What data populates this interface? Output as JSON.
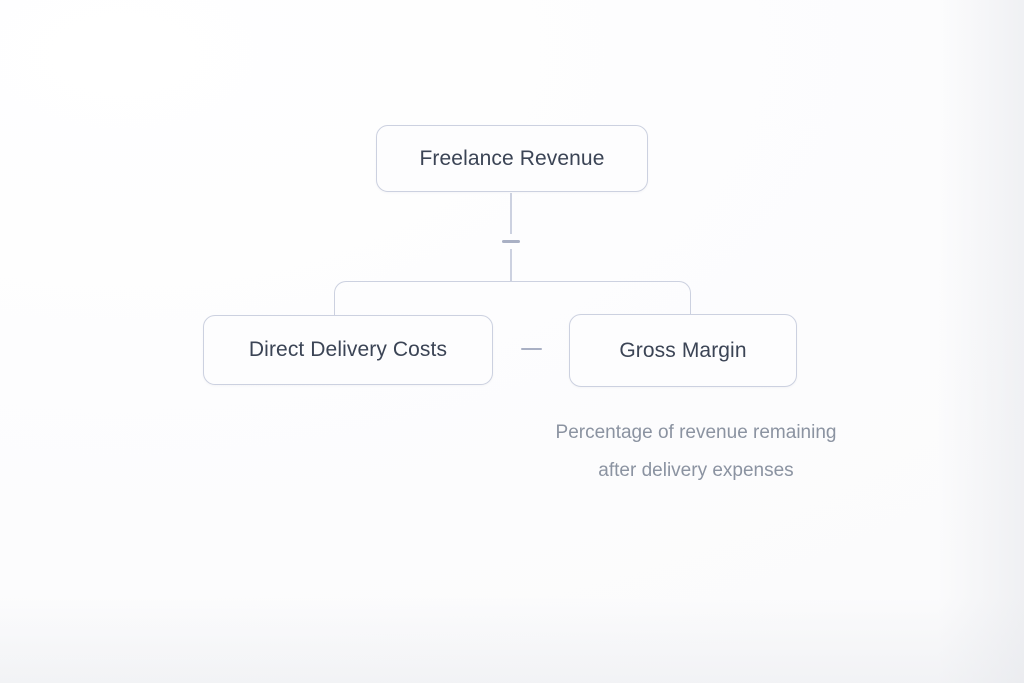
{
  "diagram": {
    "type": "formula-tree",
    "nodes": {
      "root": {
        "label": "Freelance Revenue"
      },
      "left": {
        "label": "Direct Delivery Costs"
      },
      "right": {
        "label": "Gross Margin"
      }
    },
    "operators": {
      "trunk_split": "—",
      "between_children": "—"
    },
    "caption": {
      "line1": "Percentage of revenue remaining",
      "line2": "after delivery expenses"
    }
  },
  "colors": {
    "background": "#fdfdfe",
    "node_border": "#ccd1e0",
    "node_fill": "#fdfdfe",
    "node_text": "#3b4455",
    "connector": "#ccd1e0",
    "operator": "#a9b0c4",
    "caption_text": "#8b93a1"
  }
}
